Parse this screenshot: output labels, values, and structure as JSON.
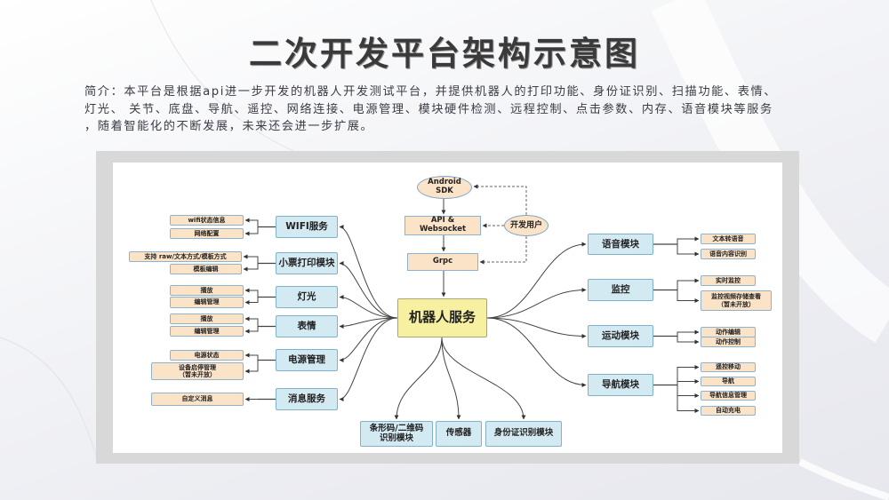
{
  "title": "二次开发平台架构示意图",
  "intro": {
    "lines": [
      "简介：本平台是根据api进一步开发的机器人开发测试平台，并提供机器人的打印功能、身份证识别、扫描功能、表情、",
      "灯光、 关节、底盘、导航、遥控、网络连接、电源管理、模块硬件检测、远程控制、点击参数、内存、语音模块等服务",
      "，随着智能化的不断发展，未来还会进一步扩展。"
    ]
  },
  "diagram": {
    "core": "机器人服务",
    "top": {
      "android_sdk": [
        "Android",
        "SDK"
      ],
      "api_websocket": [
        "API &",
        "Websocket"
      ],
      "grpc": "Grpc",
      "dev_user": "开发用户"
    },
    "left_modules": [
      {
        "label": "WIFI服务",
        "leaves": [
          "wifi状态信息",
          "网络配置"
        ]
      },
      {
        "label": "小票打印模块",
        "leaves": [
          "支持 raw/文本方式/模板方式",
          "模板编辑"
        ]
      },
      {
        "label": "灯光",
        "leaves": [
          "播放",
          "编辑管理"
        ]
      },
      {
        "label": "表情",
        "leaves": [
          "播放",
          "编辑管理"
        ]
      },
      {
        "label": "电源管理",
        "leaves": [
          "电源状态",
          "设备启停管理\n（暂未开放）"
        ]
      },
      {
        "label": "消息服务",
        "leaves": [
          "自定义消息"
        ]
      }
    ],
    "right_modules": [
      {
        "label": "语音模块",
        "leaves": [
          "文本转语音",
          "语音内容识别"
        ]
      },
      {
        "label": "监控",
        "leaves": [
          "实时监控",
          "监控视频存储查看\n（暂未开放）"
        ]
      },
      {
        "label": "运动模块",
        "leaves": [
          "动作编辑",
          "动作控制"
        ]
      },
      {
        "label": "导航模块",
        "leaves": [
          "遥控移动",
          "导航",
          "导航信息管理",
          "自动充电"
        ]
      }
    ],
    "bottom_modules": [
      "条形码/二维码\n识别模块",
      "传感器",
      "身份证识别模块"
    ]
  },
  "colors": {
    "module_fill": "#d4eaf2",
    "leaf_fill": "#fbe3c8",
    "core_fill": "#f6f0a0",
    "line": "#444444",
    "frame": "#d8d8d8"
  }
}
